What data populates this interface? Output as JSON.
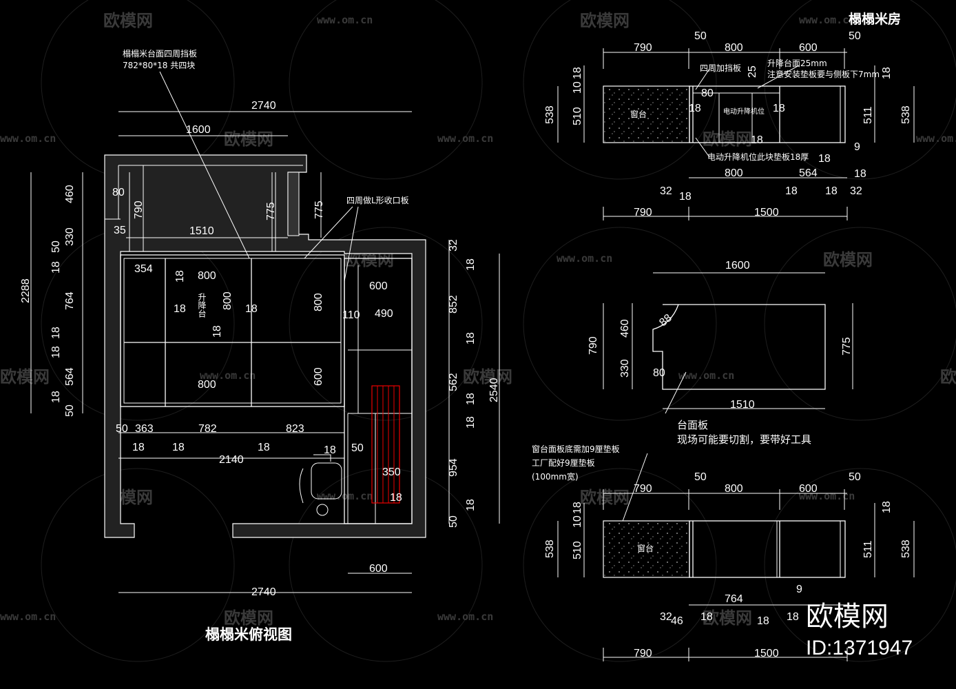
{
  "watermark": {
    "brand": "欧模网",
    "url": "www.om.cn"
  },
  "brand_logo": {
    "name": "欧模网",
    "id": "ID:1371947"
  },
  "plan": {
    "title": "榻榻米俯视图",
    "note_top_1": "榻榻米台面四周挡板",
    "note_top_2": "782*80*18 共四块",
    "note_l": "四周做L形收口板",
    "lift_label": "升降台",
    "dims": {
      "top_total": "2740",
      "top_1600": "1600",
      "d80": "80",
      "d35": "35",
      "d790": "790",
      "d1510": "1510",
      "d775a": "775",
      "d775b": "775",
      "d354": "354",
      "d800a": "800",
      "d18a": "18",
      "d800v": "800",
      "d18b": "18",
      "d800r": "800",
      "d18c": "18",
      "d18d": "18",
      "d800b": "800",
      "d600v": "600",
      "d600r": "600",
      "d110": "110",
      "d490": "490",
      "d50a": "50",
      "d363": "363",
      "d782": "782",
      "d823": "823",
      "d18e": "18",
      "d18f": "18",
      "d18g": "18",
      "d18h": "18",
      "d50b": "50",
      "d2140": "2140",
      "d350": "350",
      "d18i": "18",
      "bottom_600": "600",
      "bottom_total": "2740",
      "left_2288": "2288",
      "left_460": "460",
      "left_330": "330",
      "left_50a": "50",
      "left_18a": "18",
      "left_764": "764",
      "left_18b": "18",
      "left_18c": "18",
      "left_564": "564",
      "left_18d": "18",
      "left_50b": "50",
      "right_32": "32",
      "right_18a": "18",
      "right_852": "852",
      "right_18b": "18",
      "right_562": "562",
      "right_18c": "18",
      "right_18d": "18",
      "right_954": "954",
      "right_18e": "18",
      "right_50": "50",
      "right_2540": "2540"
    }
  },
  "elev_top": {
    "title": "榻榻米房",
    "window_label": "窗台",
    "motor_label": "电动升降机位",
    "note_lift_1": "升降台面25mm",
    "note_lift_2": "注意安装垫板要与侧板下7mm",
    "note_board": "四周加挡板",
    "note_motor": "电动升降机位此块垫板18厚",
    "dims": {
      "t790": "790",
      "t50a": "50",
      "t800": "800",
      "t600": "600",
      "t50b": "50",
      "t25": "25",
      "t18r": "18",
      "t80": "80",
      "t18a": "18",
      "t18b": "18",
      "t18c": "18",
      "l18": "18",
      "l10": "10",
      "l510": "510",
      "l538": "538",
      "r511": "511",
      "r538": "538",
      "r9": "9",
      "r18": "18",
      "b800": "800",
      "b564": "564",
      "b18": "18",
      "b32a": "32",
      "b18a": "18",
      "b18b": "18",
      "b18c": "18",
      "b32b": "32",
      "bb790": "790",
      "bb1500": "1500"
    }
  },
  "counter": {
    "w1600": "1600",
    "h790": "790",
    "h460": "460",
    "h330": "330",
    "r88": "88",
    "d80": "80",
    "w1510": "1510",
    "h775": "775",
    "note_1": "台面板",
    "note_2": "现场可能要切割，要带好工具"
  },
  "elev_bottom": {
    "window_label": "窗台",
    "note_1": "窗台面板底需加9厘垫板",
    "note_2": "工厂配好9厘垫板",
    "note_3": "(100mm宽)",
    "dims": {
      "t790": "790",
      "t50a": "50",
      "t800": "800",
      "t600": "600",
      "t50b": "50",
      "l18": "18",
      "l10": "10",
      "l510": "510",
      "l538": "538",
      "r18": "18",
      "r511": "511",
      "r538": "538",
      "b764": "764",
      "b9": "9",
      "b32": "32",
      "b46": "46",
      "b18a": "18",
      "b18b": "18",
      "b18c": "18",
      "bb790": "790",
      "bb1500": "1500"
    }
  }
}
